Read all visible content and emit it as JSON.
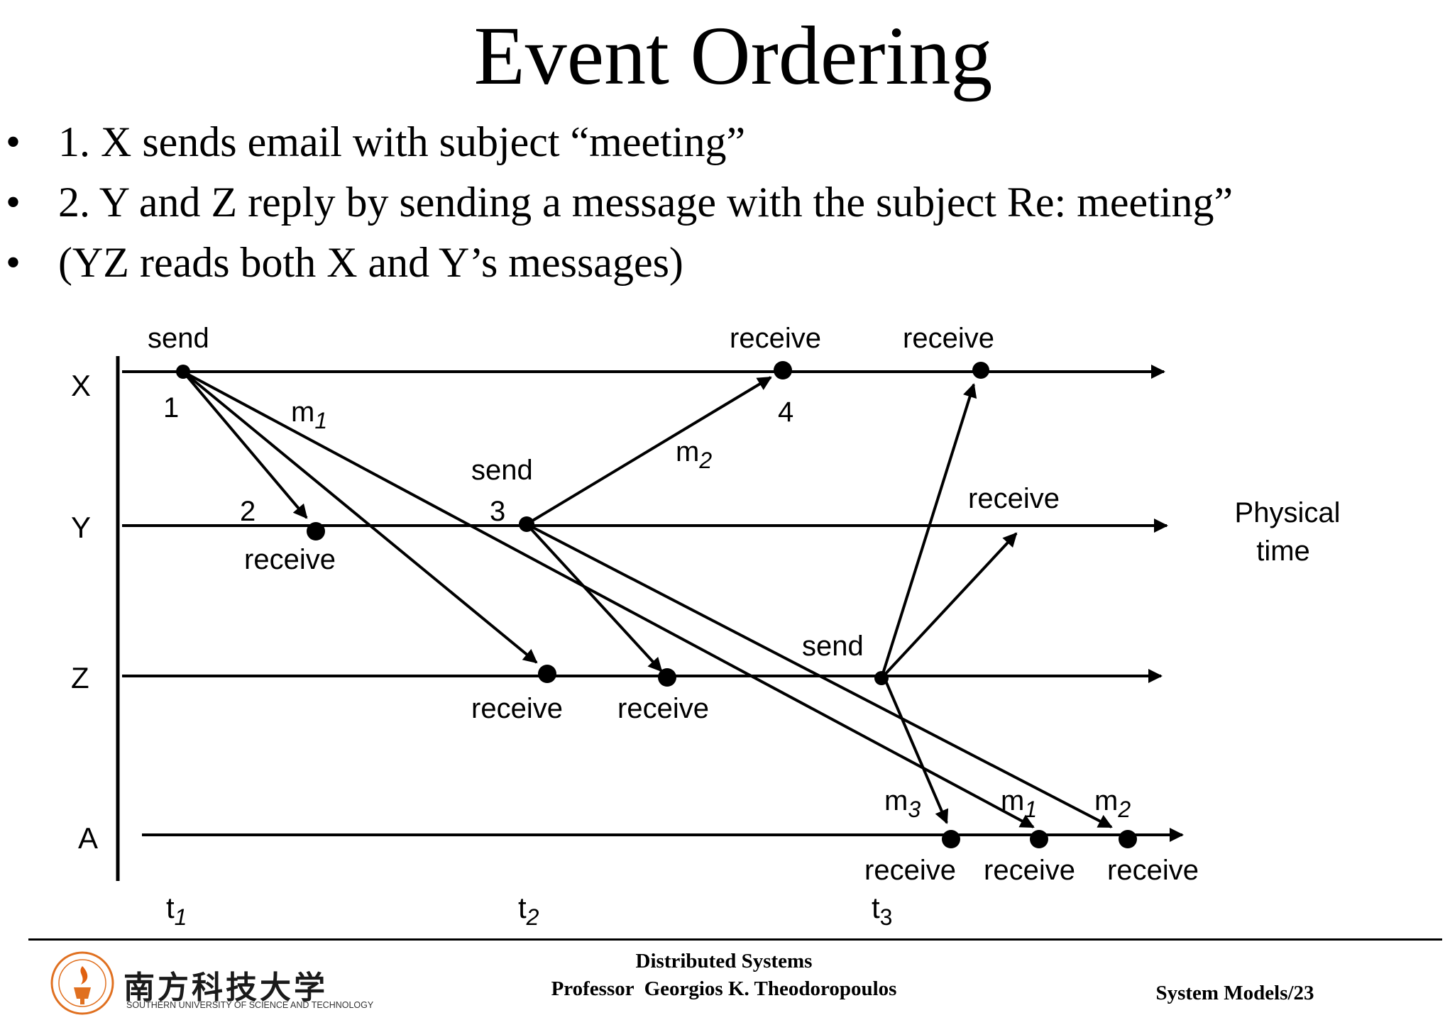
{
  "slide": {
    "title": "Event Ordering",
    "bullets": [
      "1. X sends email with subject “meeting”",
      "2. Y and Z reply by sending a message with the subject Re: meeting”",
      "(YZ reads both X and Y’s messages)"
    ],
    "bullet_char": "•"
  },
  "diagram": {
    "processes": [
      "X",
      "Y",
      "Z",
      "A"
    ],
    "axis_label": [
      "Physical",
      "time"
    ],
    "times": [
      {
        "base": "t",
        "sub": "1"
      },
      {
        "base": "t",
        "sub": "2"
      },
      {
        "base": "t",
        "sub": "3"
      }
    ],
    "event_numbers": [
      "1",
      "2",
      "3",
      "4"
    ],
    "event_labels": {
      "x_send": "send",
      "x_receive_1": "receive",
      "x_receive_2": "receive",
      "y_receive": "receive",
      "y_send": "send",
      "y_receive_right": "receive",
      "z_send": "send",
      "z_receive_1": "receive",
      "z_receive_2": "receive",
      "a_receive_1": "receive",
      "a_receive_2": "receive",
      "a_receive_3": "receive"
    },
    "messages": {
      "m1_top": {
        "base": "m",
        "sub": "1"
      },
      "m2_top": {
        "base": "m",
        "sub": "2"
      },
      "m3_a": {
        "base": "m",
        "sub": "3"
      },
      "m1_a": {
        "base": "m",
        "sub": "1"
      },
      "m2_a": {
        "base": "m",
        "sub": "2"
      }
    }
  },
  "footer": {
    "course": "Distributed Systems",
    "professor": "Professor  Georgios K. Theodoropoulos",
    "page": "System Models/23",
    "logo_cn": "南方科技大学",
    "logo_en": "SOUTHERN UNIVERSITY OF SCIENCE AND TECHNOLOGY"
  }
}
